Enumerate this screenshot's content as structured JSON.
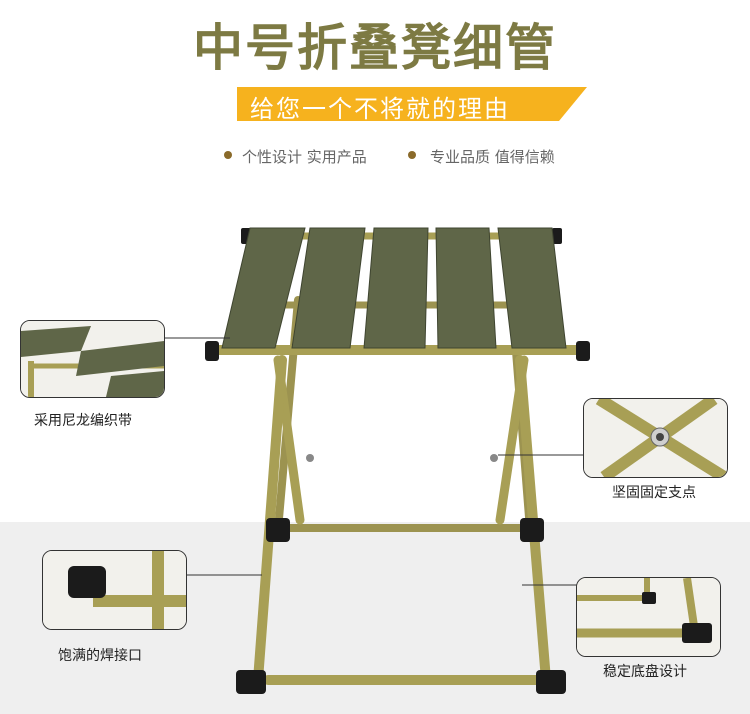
{
  "header": {
    "title": "中号折叠凳细管",
    "banner": "给您一个不将就的理由",
    "tags": [
      "个性设计 实用产品",
      "专业品质 值得信赖"
    ]
  },
  "callouts": {
    "nylon": "采用尼龙编织带",
    "pivot": "坚固固定支点",
    "weld": "饱满的焊接口",
    "base": "稳定底盘设计"
  },
  "colors": {
    "title": "#7d7a43",
    "banner": "#f6b21e",
    "frame": "#a89f55",
    "strap": "#5f6648",
    "foot": "#1b1b1b"
  }
}
